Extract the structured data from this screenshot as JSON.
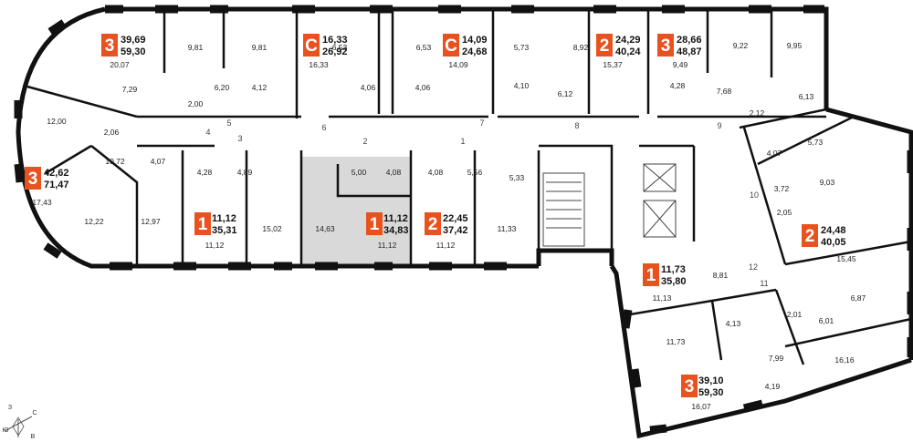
{
  "colors": {
    "accent": "#e8521f",
    "wall": "#111111",
    "highlight": "#d9d9d9"
  },
  "apartments": [
    {
      "id": "a1",
      "rooms": "3",
      "area_living": "39,69",
      "area_total": "59,30"
    },
    {
      "id": "a2",
      "rooms": "С",
      "area_living": "16,33",
      "area_total": "26,92"
    },
    {
      "id": "a3",
      "rooms": "С",
      "area_living": "14,09",
      "area_total": "24,68"
    },
    {
      "id": "a4",
      "rooms": "2",
      "area_living": "24,29",
      "area_total": "40,24"
    },
    {
      "id": "a5",
      "rooms": "3",
      "area_living": "28,66",
      "area_total": "48,87"
    },
    {
      "id": "a6",
      "rooms": "3",
      "area_living": "42,62",
      "area_total": "71,47"
    },
    {
      "id": "a7",
      "rooms": "1",
      "area_living": "11,12",
      "area_total": "35,31"
    },
    {
      "id": "a8",
      "rooms": "1",
      "area_living": "11,12",
      "area_total": "34,83",
      "highlighted": true
    },
    {
      "id": "a9",
      "rooms": "2",
      "area_living": "22,45",
      "area_total": "37,42"
    },
    {
      "id": "a10",
      "rooms": "2",
      "area_living": "24,48",
      "area_total": "40,05"
    },
    {
      "id": "a11",
      "rooms": "1",
      "area_living": "11,73",
      "area_total": "35,80"
    },
    {
      "id": "a12",
      "rooms": "3",
      "area_living": "39,10",
      "area_total": "59,30"
    }
  ],
  "room_areas": [
    "9,81",
    "9,81",
    "6,53",
    "6,53",
    "5,73",
    "8,92",
    "9,22",
    "9,95",
    "20,07",
    "16,33",
    "14,09",
    "15,37",
    "9,49",
    "6,20",
    "4,12",
    "4,06",
    "4,06",
    "4,10",
    "6,12",
    "4,28",
    "7,68",
    "6,13",
    "7,29",
    "2,00",
    "2,12",
    "12,00",
    "2,06",
    "10,72",
    "4,07",
    "4,28",
    "4,89",
    "5,00",
    "4,08",
    "4,08",
    "5,56",
    "5,33",
    "5,73",
    "17,43",
    "12,22",
    "12,97",
    "15,02",
    "14,63",
    "11,12",
    "11,12",
    "11,12",
    "11,33",
    "4,07",
    "9,03",
    "3,72",
    "2,05",
    "15,45",
    "8,81",
    "11,13",
    "4,13",
    "11,73",
    "2,01",
    "6,01",
    "6,87",
    "7,99",
    "16,16",
    "4,19",
    "16,07"
  ],
  "door_numbers": [
    "1",
    "2",
    "3",
    "4",
    "5",
    "6",
    "7",
    "8",
    "9",
    "10",
    "11",
    "12"
  ],
  "compass": {
    "w": "З",
    "n": "С",
    "s": "Ю",
    "e": "В"
  }
}
